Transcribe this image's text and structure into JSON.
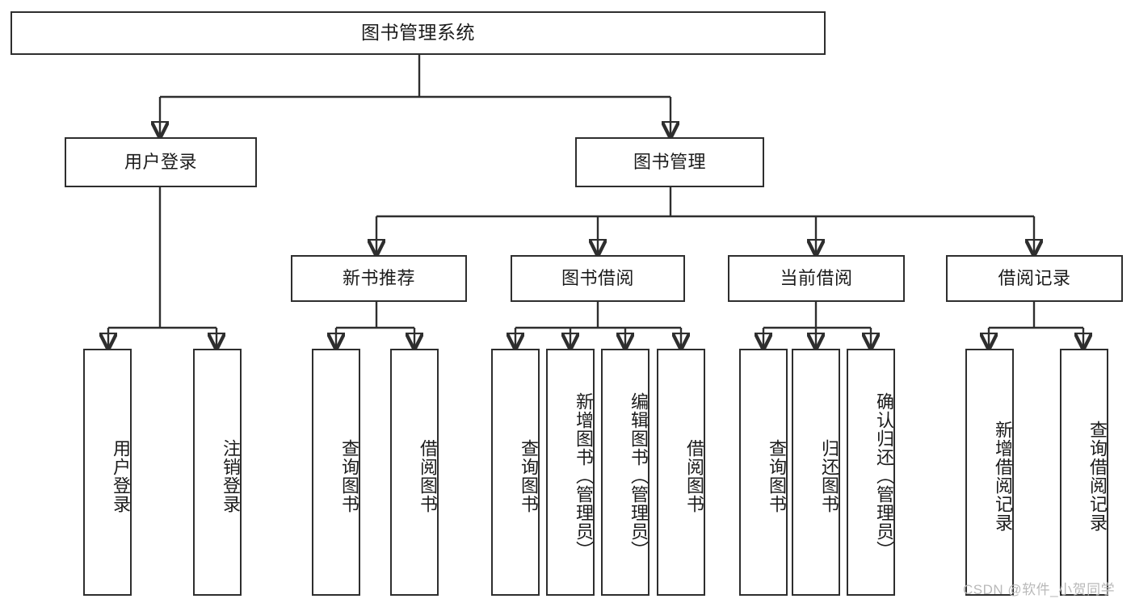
{
  "diagram": {
    "title": "图书管理系统",
    "watermark": "CSDN @软件_小贺同学",
    "type": "tree-hierarchy",
    "colors": {
      "stroke": "#2e2e2e",
      "background": "#ffffff",
      "text": "#1b1b1b",
      "watermark": "#b9b9b9"
    },
    "root": {
      "label": "图书管理系统",
      "children": [
        {
          "label": "用户登录",
          "children": [
            {
              "label": "用户登录"
            },
            {
              "label": "注销登录"
            }
          ]
        },
        {
          "label": "图书管理",
          "children": [
            {
              "label": "新书推荐",
              "children": [
                {
                  "label": "查询图书"
                },
                {
                  "label": "借阅图书"
                }
              ]
            },
            {
              "label": "图书借阅",
              "children": [
                {
                  "label": "查询图书"
                },
                {
                  "label": "新增图书（管理员）"
                },
                {
                  "label": "编辑图书（管理员）"
                },
                {
                  "label": "借阅图书"
                }
              ]
            },
            {
              "label": "当前借阅",
              "children": [
                {
                  "label": "查询图书"
                },
                {
                  "label": "归还图书"
                },
                {
                  "label": "确认归还（管理员）"
                }
              ]
            },
            {
              "label": "借阅记录",
              "children": [
                {
                  "label": "新增借阅记录"
                },
                {
                  "label": "查询借阅记录"
                }
              ]
            }
          ]
        }
      ]
    },
    "nodes": {
      "root": "图书管理系统",
      "user_login": "用户登录",
      "book_manage": "图书管理",
      "new_book_rec": "新书推荐",
      "book_borrow": "图书借阅",
      "current_borrow": "当前借阅",
      "borrow_record": "借阅记录",
      "leaf_user_login": "用户登录",
      "leaf_logout": "注销登录",
      "leaf_rec_query": "查询图书",
      "leaf_rec_borrow": "借阅图书",
      "leaf_borrow_query": "查询图书",
      "leaf_borrow_add": "新增图书（管理员）",
      "leaf_borrow_edit": "编辑图书（管理员）",
      "leaf_borrow_take": "借阅图书",
      "leaf_cur_query": "查询图书",
      "leaf_cur_return": "归还图书",
      "leaf_cur_confirm": "确认归还（管理员）",
      "leaf_rcd_add": "新增借阅记录",
      "leaf_rcd_query": "查询借阅记录"
    }
  }
}
